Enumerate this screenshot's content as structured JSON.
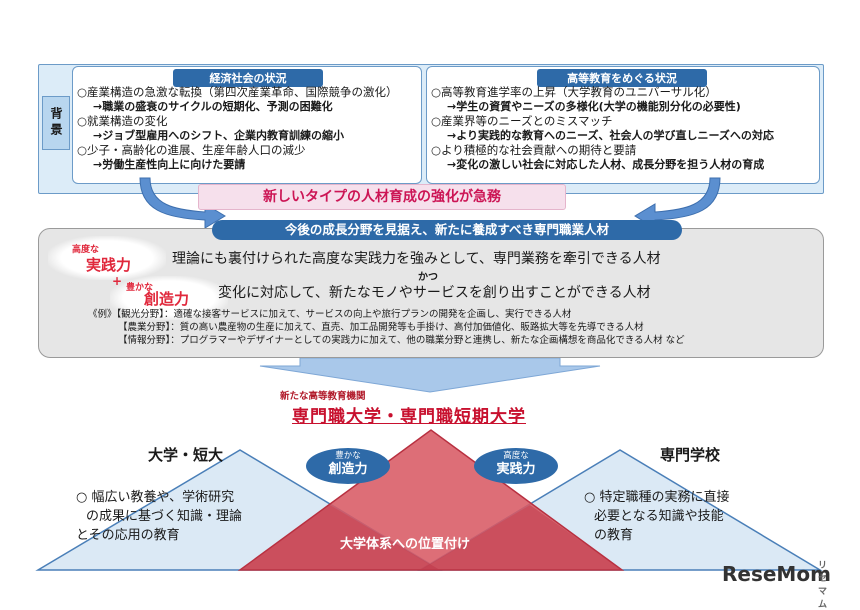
{
  "background_label": "背景",
  "left_box": {
    "title": "経済社会の状況",
    "items": [
      {
        "text": "○産業構造の急激な転換（第四次産業革命、国際競争の激化）",
        "sub": "→職業の盛衰のサイクルの短期化、予測の困難化"
      },
      {
        "text": "○就業構造の変化",
        "sub": "→ジョブ型雇用へのシフト、企業内教育訓練の縮小"
      },
      {
        "text": "○少子・高齢化の進展、生産年齢人口の減少",
        "sub": "→労働生産性向上に向けた要請"
      }
    ]
  },
  "right_box": {
    "title": "高等教育をめぐる状況",
    "items": [
      {
        "text": "○高等教育進学率の上昇（大学教育のユニバーサル化）",
        "sub": "→学生の資質やニーズの多様化(大学の機能別分化の必要性)"
      },
      {
        "text": "○産業界等のニーズとのミスマッチ",
        "sub": "→より実践的な教育へのニーズ、社会人の学び直しニーズへの対応"
      },
      {
        "text": "○より積極的な社会貢献への期待と要請",
        "sub": "→変化の激しい社会に対応した人材、成長分野を担う人材の育成"
      }
    ]
  },
  "banner": "新しいタイプの人材育成の強化が急務",
  "pill": "今後の成長分野を見据え、新たに養成すべき専門職業人材",
  "skill1_small": "高度な",
  "skill1": "実践力",
  "plus": "+",
  "skill2_small": "豊かな",
  "skill2": "創造力",
  "line1": "理論にも裏付けられた高度な実践力を強みとして、専門業務を牽引できる人材",
  "katsu": "かつ",
  "line2": "変化に対応して、新たなモノやサービスを創り出すことができる人材",
  "examples": [
    "《例》【観光分野】：適確な接客サービスに加えて、サービスの向上や旅行プランの開発を企画し、実行できる人材",
    "【農業分野】：質の高い農産物の生産に加えて、直売、加工品開発等も手掛け、高付加価値化、販路拡大等を先導できる人材",
    "【情報分野】：プログラマーやデザイナーとしての実践力に加えて、他の職業分野と連携し、新たな企画構想を商品化できる人材 など"
  ],
  "new_inst_sub": "新たな高等教育機関",
  "new_inst_title": "専門職大学・専門職短期大学",
  "left_tri": {
    "label": "大学・短大",
    "lines": [
      "○ 幅広い教養や、学術研究",
      "の成果に基づく知識・理論",
      "とその応用の教育"
    ]
  },
  "right_tri": {
    "label": "専門学校",
    "lines": [
      "○ 特定職種の実務に直接",
      "必要となる知識や技能",
      "の教育"
    ]
  },
  "oval_left": {
    "small": "豊かな",
    "big": "創造力"
  },
  "oval_right": {
    "small": "高度な",
    "big": "実践力"
  },
  "center_label": "大学体系への位置付け",
  "watermark": "ReseMom",
  "watermark_kana": "リセマム",
  "colors": {
    "accent_blue": "#2e6aa8",
    "red": "#c8102e",
    "light_blue": "#dcecf8"
  }
}
